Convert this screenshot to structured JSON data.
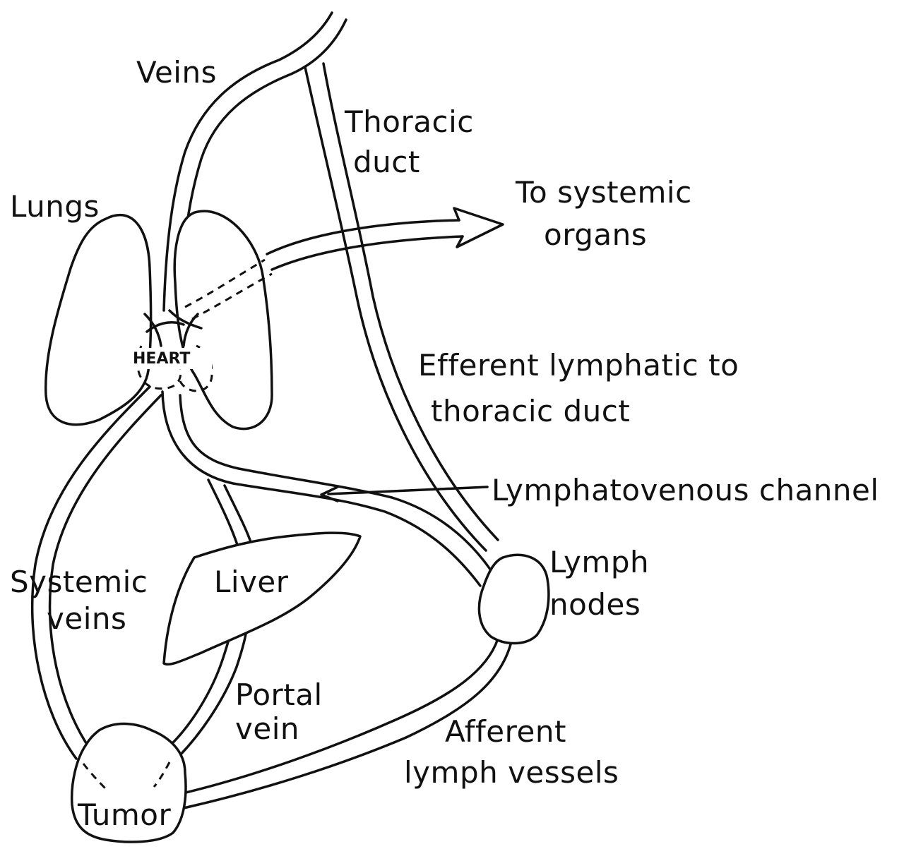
{
  "labels": {
    "veins": "Veins",
    "thoracic_duct": [
      "Thoracic",
      "duct"
    ],
    "lungs": "Lungs",
    "to_systemic_organs": [
      "To systemic",
      "organs"
    ],
    "heart": "HEART",
    "efferent_lymphatic": [
      "Efferent lymphatic to",
      "thoracic  duct"
    ],
    "lymphatovenous_channel": "Lymphatovenous channel",
    "liver": "Liver",
    "lymph_nodes": [
      "Lymph",
      "nodes"
    ],
    "systemic_veins": [
      "Systemic",
      "veins"
    ],
    "portal_vein": [
      "Portal",
      "vein"
    ],
    "afferent_lymph_vessels": [
      "Afferent",
      "lymph vessels"
    ],
    "tumor": "Tumor"
  },
  "colors": {
    "ink": "#111111",
    "background": "#ffffff"
  }
}
